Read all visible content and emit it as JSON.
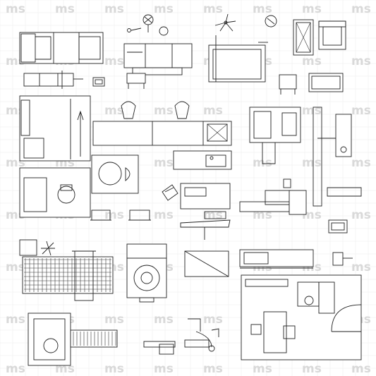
{
  "watermark": {
    "text": "ms"
  },
  "symbols": [
    "hospital-bed",
    "iv-stand",
    "wheelchair-seat",
    "stool",
    "office-chair",
    "round-table",
    "stretcher-cabinet",
    "desk-cabinet",
    "examination-table",
    "armchair",
    "side-cabinet",
    "gurney",
    "small-device",
    "chair-trolley",
    "bedside-table",
    "patient-room",
    "nurse-counter",
    "sink-counter",
    "c-arm-xray",
    "xray-ceiling-rail",
    "dental-chair",
    "surgical-unit",
    "infusion-pump",
    "wheelchair",
    "operating-table",
    "lab-bench",
    "scanner-table",
    "mri-scanner",
    "monitor-cart",
    "consultation-room",
    "door",
    "ultrasound-scanner",
    "treatment-bed",
    "bathroom-unit"
  ]
}
